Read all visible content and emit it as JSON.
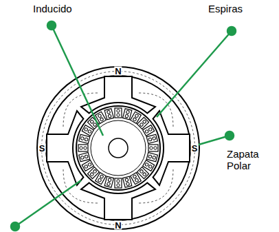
{
  "diagram": {
    "labels": [
      "Inducido",
      "Espiras",
      "Zapata Polar",
      "N",
      "S",
      "S",
      "N"
    ]
  }
}
